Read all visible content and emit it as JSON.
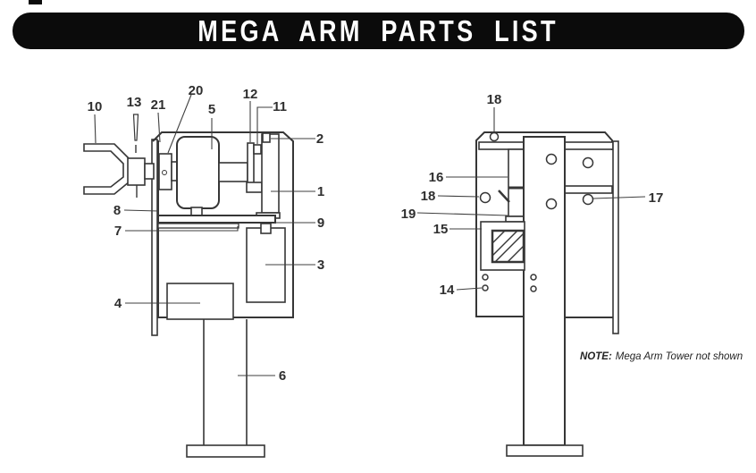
{
  "title": "MEGA ARM PARTS LIST",
  "note": {
    "prefix": "NOTE:",
    "body": "Mega Arm Tower not shown"
  },
  "colors": {
    "banner_bg": "#0b0b0b",
    "banner_text": "#ffffff",
    "line": "#363636",
    "label": "#2f2f2f"
  },
  "left_view": {
    "callouts": [
      {
        "label": "10"
      },
      {
        "label": "13"
      },
      {
        "label": "21"
      },
      {
        "label": "20"
      },
      {
        "label": "5"
      },
      {
        "label": "12"
      },
      {
        "label": "11"
      },
      {
        "label": "2"
      },
      {
        "label": "1"
      },
      {
        "label": "8"
      },
      {
        "label": "9"
      },
      {
        "label": "7"
      },
      {
        "label": "3"
      },
      {
        "label": "4"
      },
      {
        "label": "6"
      }
    ]
  },
  "right_view": {
    "callouts": [
      {
        "label": "18"
      },
      {
        "label": "16"
      },
      {
        "label": "18"
      },
      {
        "label": "19"
      },
      {
        "label": "15"
      },
      {
        "label": "14"
      },
      {
        "label": "17"
      }
    ]
  }
}
